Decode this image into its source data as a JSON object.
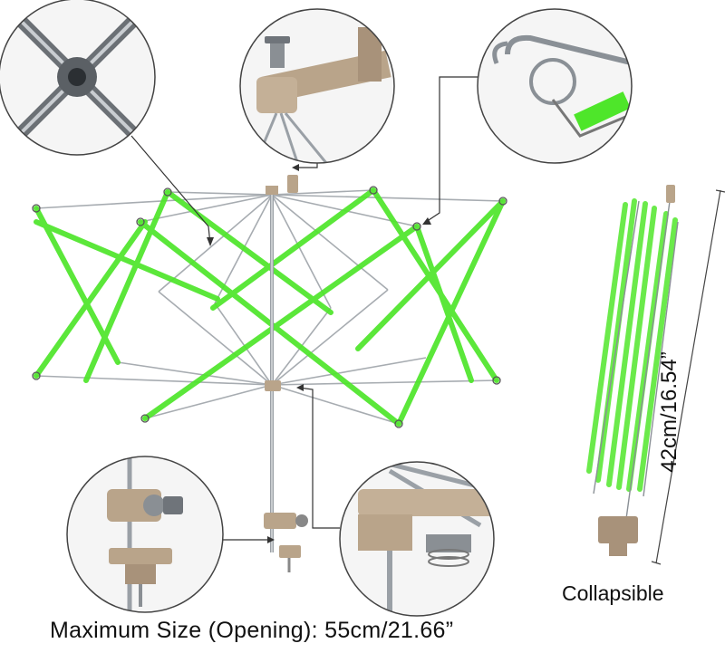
{
  "captions": {
    "max_size": "Maximum Size (Opening): 55cm/21.66”",
    "collapsible": "Collapsible",
    "height": "42cm/16.54”"
  },
  "colors": {
    "arm_green": "#4ee62a",
    "metal": "#9aa0a6",
    "plastic_tan": "#b9a48a",
    "line": "#333333"
  }
}
